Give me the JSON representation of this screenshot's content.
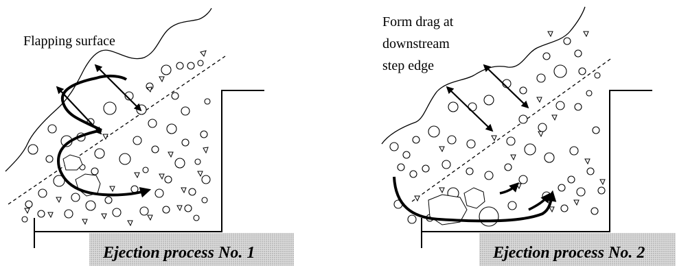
{
  "panels": [
    {
      "id": "panel-1",
      "annotation": "Flapping surface",
      "caption": "Ejection process No. 1"
    },
    {
      "id": "panel-2",
      "annotation_lines": [
        "Form drag at",
        "downstream",
        "step edge"
      ],
      "caption": "Ejection process No. 2"
    }
  ],
  "colors": {
    "ink": "#000000",
    "caption_fill": "#d8d8d8",
    "caption_dots": "#9a9a9a",
    "background": "#ffffff"
  }
}
